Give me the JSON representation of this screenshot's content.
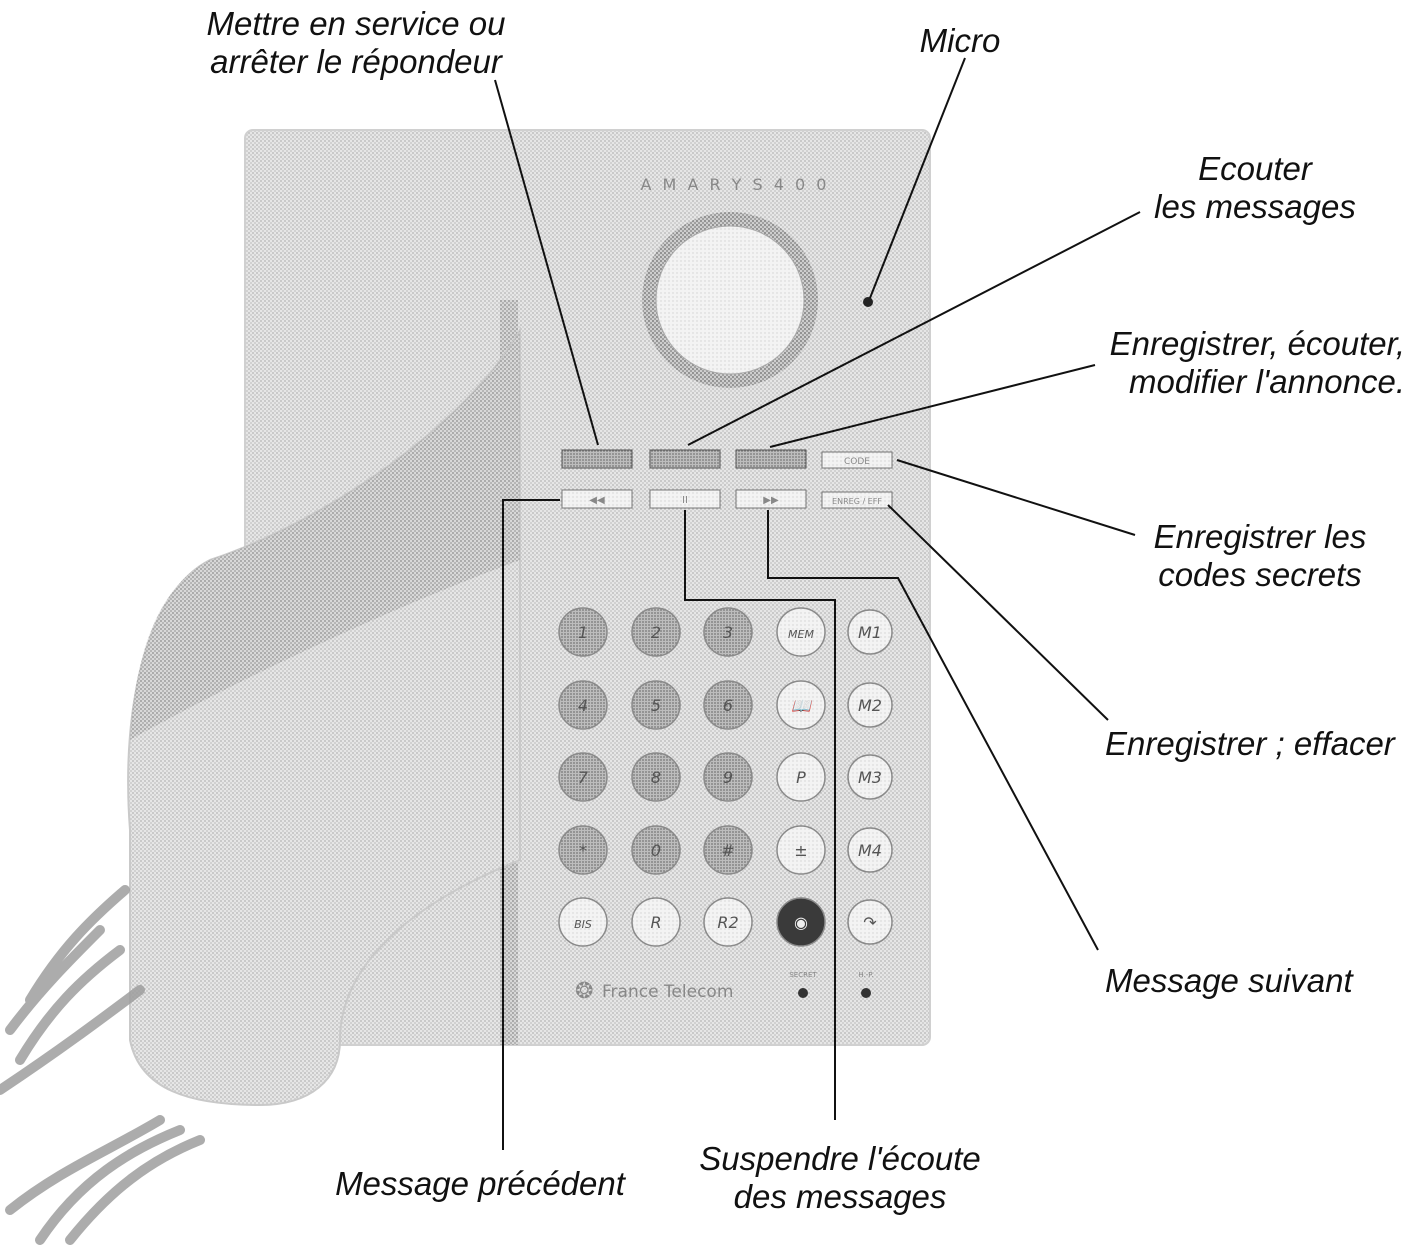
{
  "callouts": {
    "power": {
      "line1": "Mettre en service ou",
      "line2": "arrêter le répondeur"
    },
    "micro": {
      "line1": "Micro"
    },
    "listen": {
      "line1": "Ecouter",
      "line2": "les messages"
    },
    "announce": {
      "line1": "Enregistrer, écouter,",
      "line2": "modifier l'annonce."
    },
    "codes": {
      "line1": "Enregistrer les",
      "line2": "codes secrets"
    },
    "record_erase": {
      "line1": "Enregistrer ; effacer"
    },
    "next": {
      "line1": "Message suivant"
    },
    "previous": {
      "line1": "Message précédent"
    },
    "pause": {
      "line1": "Suspendre l'écoute",
      "line2": "des messages"
    }
  },
  "phone": {
    "model": "A M A R Y S  4 0 0",
    "brand": "France Telecom",
    "control_row2": [
      "◀◀",
      "II",
      "▶▶",
      "ENREG / EFF"
    ],
    "code_button": "CODE",
    "keypad": [
      [
        "1",
        "2",
        "3",
        "MEM",
        "M1"
      ],
      [
        "4",
        "5",
        "6",
        "📖",
        "M2"
      ],
      [
        "7",
        "8",
        "9",
        "P",
        "M3"
      ],
      [
        "*",
        "0",
        "#",
        "±",
        "M4"
      ],
      [
        "BIS",
        "R",
        "R2",
        "◉",
        "↷"
      ]
    ],
    "led_labels": [
      "SECRET",
      "H.-P."
    ]
  }
}
